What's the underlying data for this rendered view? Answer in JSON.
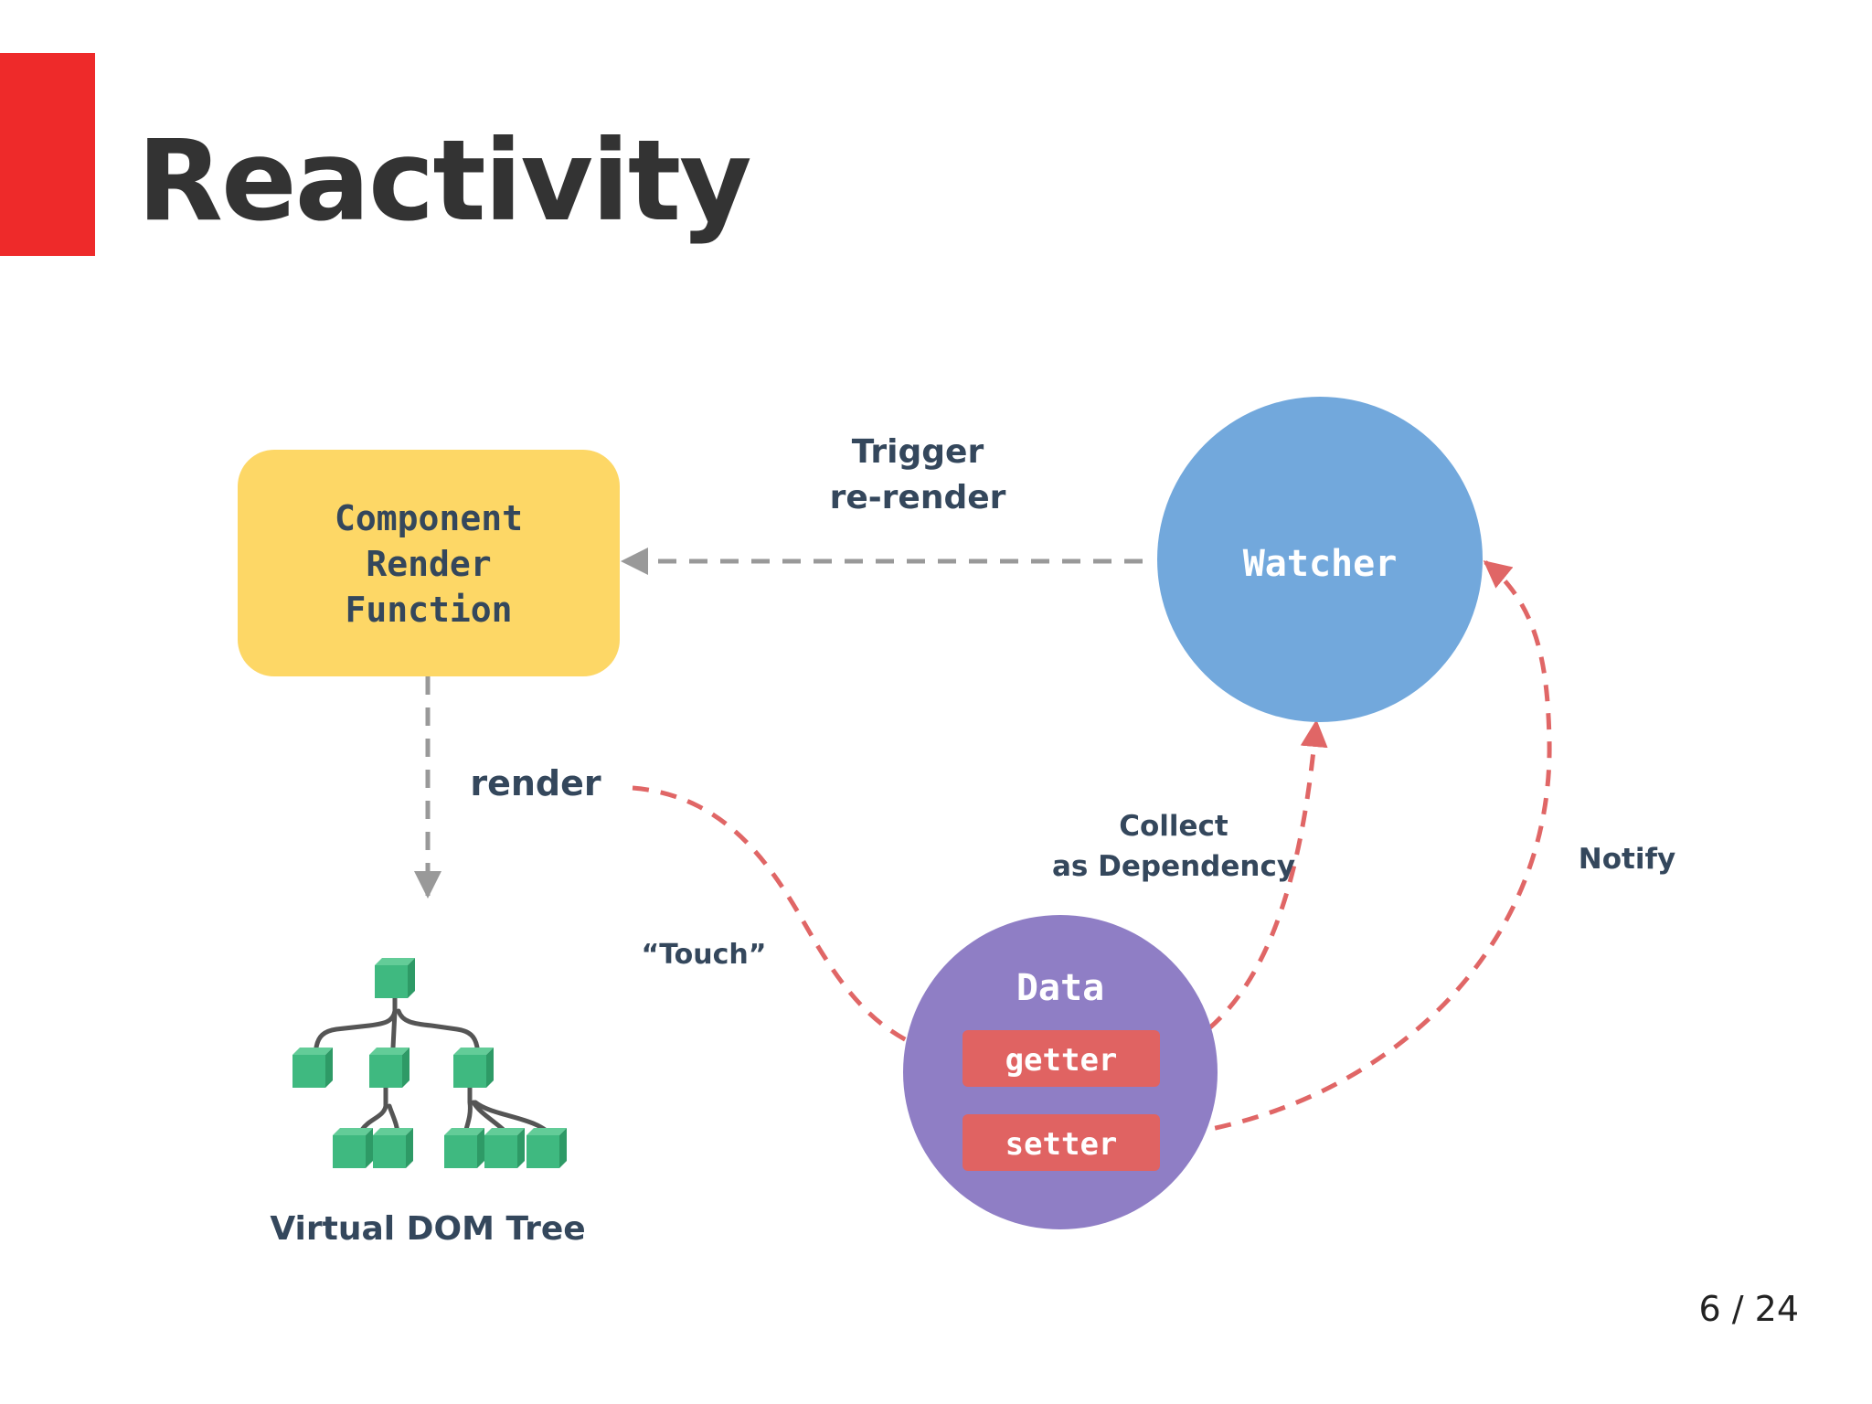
{
  "slide": {
    "title": "Reactivity",
    "page_number": "6 / 24"
  },
  "diagram": {
    "component": {
      "line1": "Component",
      "line2": "Render",
      "line3": "Function"
    },
    "watcher": {
      "label": "Watcher"
    },
    "data": {
      "label": "Data",
      "getter": "getter",
      "setter": "setter"
    },
    "vdom": {
      "label": "Virtual DOM Tree"
    },
    "edges": {
      "trigger_line1": "Trigger",
      "trigger_line2": "re-render",
      "render": "render",
      "touch": "“Touch”",
      "collect_line1": "Collect",
      "collect_line2": "as Dependency",
      "notify": "Notify"
    }
  },
  "colors": {
    "accent": "#ee2a2a",
    "component": "#fdd766",
    "watcher": "#72a8dc",
    "data": "#8f7ec5",
    "accessor": "#e06362",
    "node": "#3fb980",
    "reactive_arrow": "#e06666",
    "gray_arrow": "#999999"
  }
}
